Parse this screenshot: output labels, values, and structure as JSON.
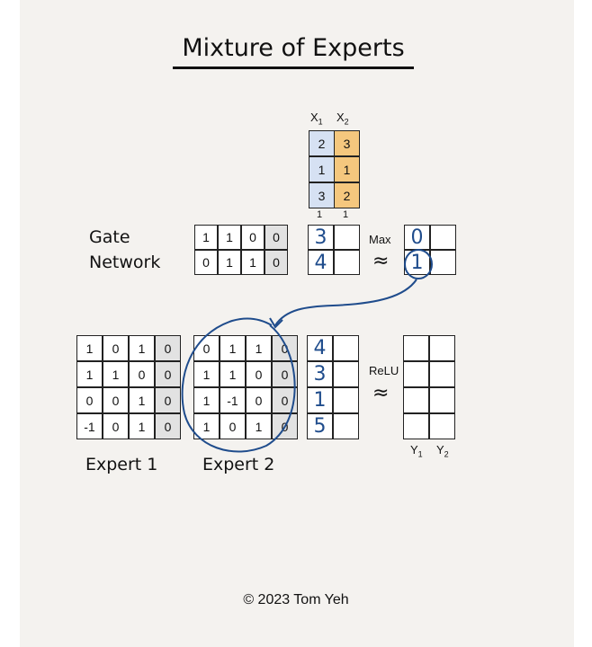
{
  "title": "Mixture of Experts",
  "input": {
    "headers": [
      "X",
      "X"
    ],
    "header_subscripts": [
      "1",
      "2"
    ],
    "x1": [
      "2",
      "1",
      "3"
    ],
    "x2": [
      "3",
      "1",
      "2"
    ],
    "bias": [
      "1",
      "1"
    ]
  },
  "gate": {
    "label_line1": "Gate",
    "label_line2": "Network",
    "weights": [
      [
        "1",
        "1",
        "0",
        "0"
      ],
      [
        "0",
        "1",
        "1",
        "0"
      ]
    ],
    "result": [
      "3",
      "4"
    ],
    "op_label": "Max",
    "approx": "≈",
    "output": [
      "0",
      "1"
    ]
  },
  "expert1": {
    "label": "Expert 1",
    "weights": [
      [
        "1",
        "0",
        "1",
        "0"
      ],
      [
        "1",
        "1",
        "0",
        "0"
      ],
      [
        "0",
        "0",
        "1",
        "0"
      ],
      [
        "-1",
        "0",
        "1",
        "0"
      ]
    ]
  },
  "expert2": {
    "label": "Expert 2",
    "weights": [
      [
        "0",
        "1",
        "1",
        "0"
      ],
      [
        "1",
        "1",
        "0",
        "0"
      ],
      [
        "1",
        "-1",
        "0",
        "0"
      ],
      [
        "1",
        "0",
        "1",
        "0"
      ]
    ],
    "result": [
      "4",
      "3",
      "1",
      "5"
    ]
  },
  "relu": {
    "label": "ReLU",
    "approx": "≈"
  },
  "output_labels": [
    "Y",
    "Y"
  ],
  "output_subscripts": [
    "1",
    "2"
  ],
  "footer": "©  2023 Tom Yeh",
  "colors": {
    "blue_cell": "#d6e1f3",
    "orange_cell": "#f5c77e",
    "gray_cell": "#e2e2e2",
    "ink_blue": "#1f4c8c"
  }
}
